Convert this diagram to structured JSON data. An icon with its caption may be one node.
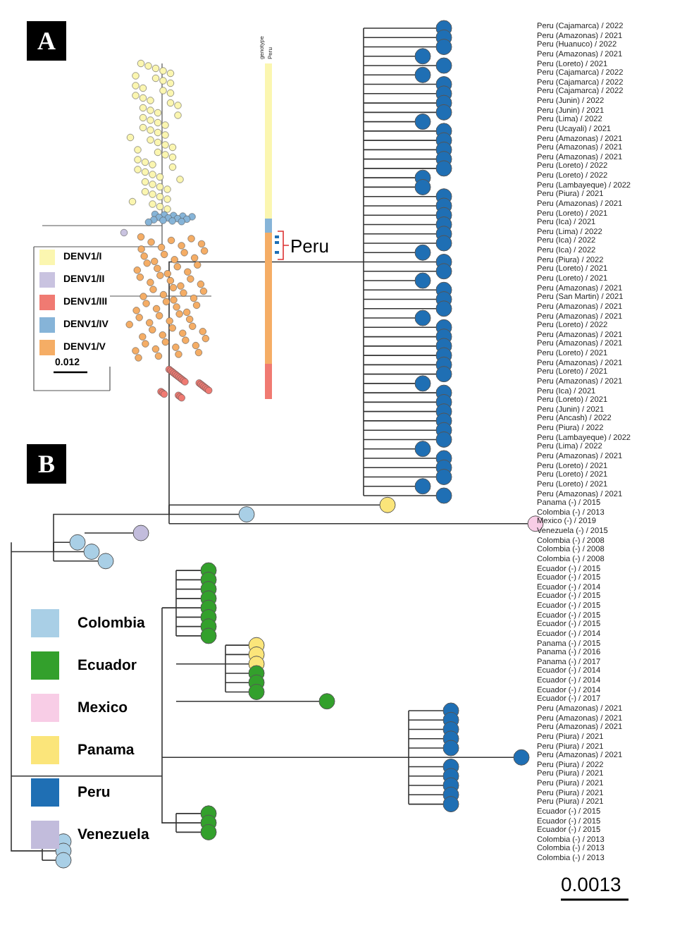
{
  "diagram": {
    "labels": [
      "A",
      "genotype",
      "Peru",
      "Peru",
      "0.012",
      "B",
      "Peru (Cajamarca) / 2022",
      "Peru (Amazonas) / 2021",
      "Peru (Huanuco) / 2022",
      "Peru (Amazonas) / 2021",
      "Peru (Loreto) / 2021",
      "Peru (Cajamarca) / 2022",
      "Peru (Cajamarca) / 2022",
      "Peru (Cajamarca) / 2022",
      "Peru (Junin) / 2022",
      "Peru (Junin) / 2021",
      "Peru (Lima) / 2022",
      "Peru (Ucayali) / 2021",
      "Peru (Amazonas) / 2021",
      "Peru (Amazonas) / 2021",
      "Peru (Amazonas) / 2021",
      "Peru (Loreto) / 2022",
      "Peru (Loreto) / 2022",
      "Peru (Lambayeque) / 2022",
      "Peru (Piura) / 2021",
      "Peru (Amazonas) / 2021",
      "Peru (Loreto) / 2021",
      "Peru (Ica) / 2021",
      "Peru (Lima) / 2022",
      "Peru (Ica) / 2022",
      "Peru (Ica) / 2022",
      "Peru (Piura) / 2022",
      "Peru (Loreto) / 2021",
      "Peru (Loreto) / 2021",
      "Peru (Amazonas) / 2021",
      "Peru (San Martin) / 2021",
      "Peru (Amazonas) / 2021",
      "Peru (Amazonas) / 2021",
      "Peru (Loreto) / 2022",
      "Peru (Amazonas) / 2021",
      "Peru (Amazonas) / 2021",
      "Peru (Loreto) / 2021",
      "Peru (Amazonas) / 2021",
      "Peru (Loreto) / 2021",
      "Peru (Amazonas) / 2021",
      "Peru (Ica) / 2021",
      "Peru (Loreto) / 2021",
      "Peru (Junin) / 2021",
      "Peru (Ancash) / 2022",
      "Peru (Piura) / 2022",
      "Peru (Lambayeque) / 2022",
      "Peru (Lima) / 2022",
      "Peru (Amazonas) / 2021",
      "Peru (Loreto) / 2021",
      "Peru (Loreto) / 2021",
      "Peru (Loreto) / 2021",
      "Peru (Amazonas) / 2021",
      "Panama (-) / 2015",
      "Colombia (-) / 2013",
      "Mexico (-) / 2019",
      "Venezuela (-) / 2015",
      "Colombia (-) / 2008",
      "Colombia (-) / 2008",
      "Colombia (-) / 2008",
      "Ecuador (-) / 2015",
      "Ecuador (-) / 2015",
      "Ecuador (-) / 2014",
      "Ecuador (-) / 2015",
      "Ecuador (-) / 2015",
      "Ecuador (-) / 2015",
      "Ecuador (-) / 2015",
      "Ecuador (-) / 2014",
      "Panama (-) / 2015",
      "Panama (-) / 2016",
      "Panama (-) / 2017",
      "Ecuador (-) / 2014",
      "Ecuador (-) / 2014",
      "Ecuador (-) / 2014",
      "Ecuador (-) / 2017",
      "Peru (Amazonas) / 2021",
      "Peru (Amazonas) / 2021",
      "Peru (Amazonas) / 2021",
      "Peru (Piura) / 2021",
      "Peru (Piura) / 2021",
      "Peru (Amazonas) / 2021",
      "Peru (Piura) / 2022",
      "Peru (Piura) / 2021",
      "Peru (Piura) / 2021",
      "Peru (Piura) / 2021",
      "Peru (Piura) / 2021",
      "Ecuador (-) / 2015",
      "Ecuador (-) / 2015",
      "Ecuador (-) / 2015",
      "Colombia (-) / 2013",
      "Colombia (-) / 2013",
      "Colombia (-) / 2013",
      "0.0013"
    ],
    "legend": [
      {
        "text": "DENV1/I",
        "color": "#fbf6b0"
      },
      {
        "text": "DENV1/II",
        "color": "#c9c3e0"
      },
      {
        "text": "DENV1/III",
        "color": "#f07a72"
      },
      {
        "text": "DENV1/IV",
        "color": "#86b4d8"
      },
      {
        "text": "DENV1/V",
        "color": "#f5ad65"
      },
      {
        "text": "Colombia",
        "color": "#a9cfe6"
      },
      {
        "text": "Ecuador",
        "color": "#33a02c"
      },
      {
        "text": "Mexico",
        "color": "#f8cde6"
      },
      {
        "text": "Panama",
        "color": "#fbe57a"
      },
      {
        "text": "Peru",
        "color": "#1f6fb4"
      },
      {
        "text": "Venezuela",
        "color": "#c2bcdc"
      }
    ]
  }
}
